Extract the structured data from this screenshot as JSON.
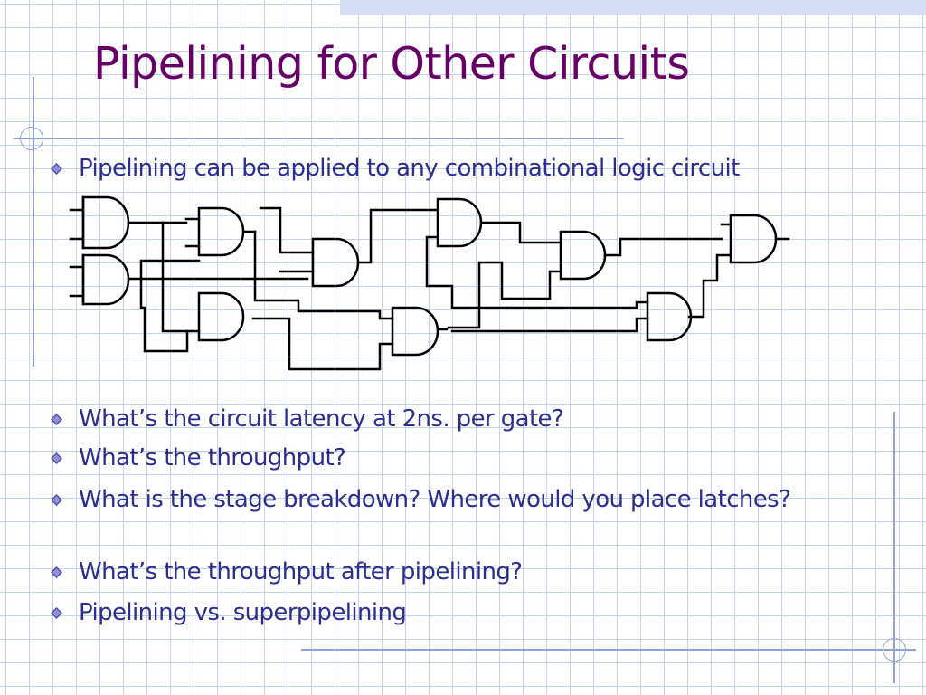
{
  "slide": {
    "title": "Pipelining for Other Circuits",
    "bullets": [
      {
        "text": "Pipelining can be applied to any combinational logic circuit"
      },
      {
        "text": "What’s the circuit latency at 2ns. per gate?"
      },
      {
        "text": "What’s the throughput?"
      },
      {
        "text": "What is the stage breakdown? Where would you place latches?"
      },
      {
        "text": "What’s the throughput after pipelining?"
      },
      {
        "text": "Pipelining vs. superpipelining"
      }
    ]
  },
  "theme": {
    "title_color": "#660066",
    "text_color": "#2d2d8f",
    "grid_color": "#c7d3ee",
    "accent_line_color": "#8fa3d3",
    "bullet_icon": "diamond-icon",
    "gate_icon": "and-gate-icon"
  }
}
